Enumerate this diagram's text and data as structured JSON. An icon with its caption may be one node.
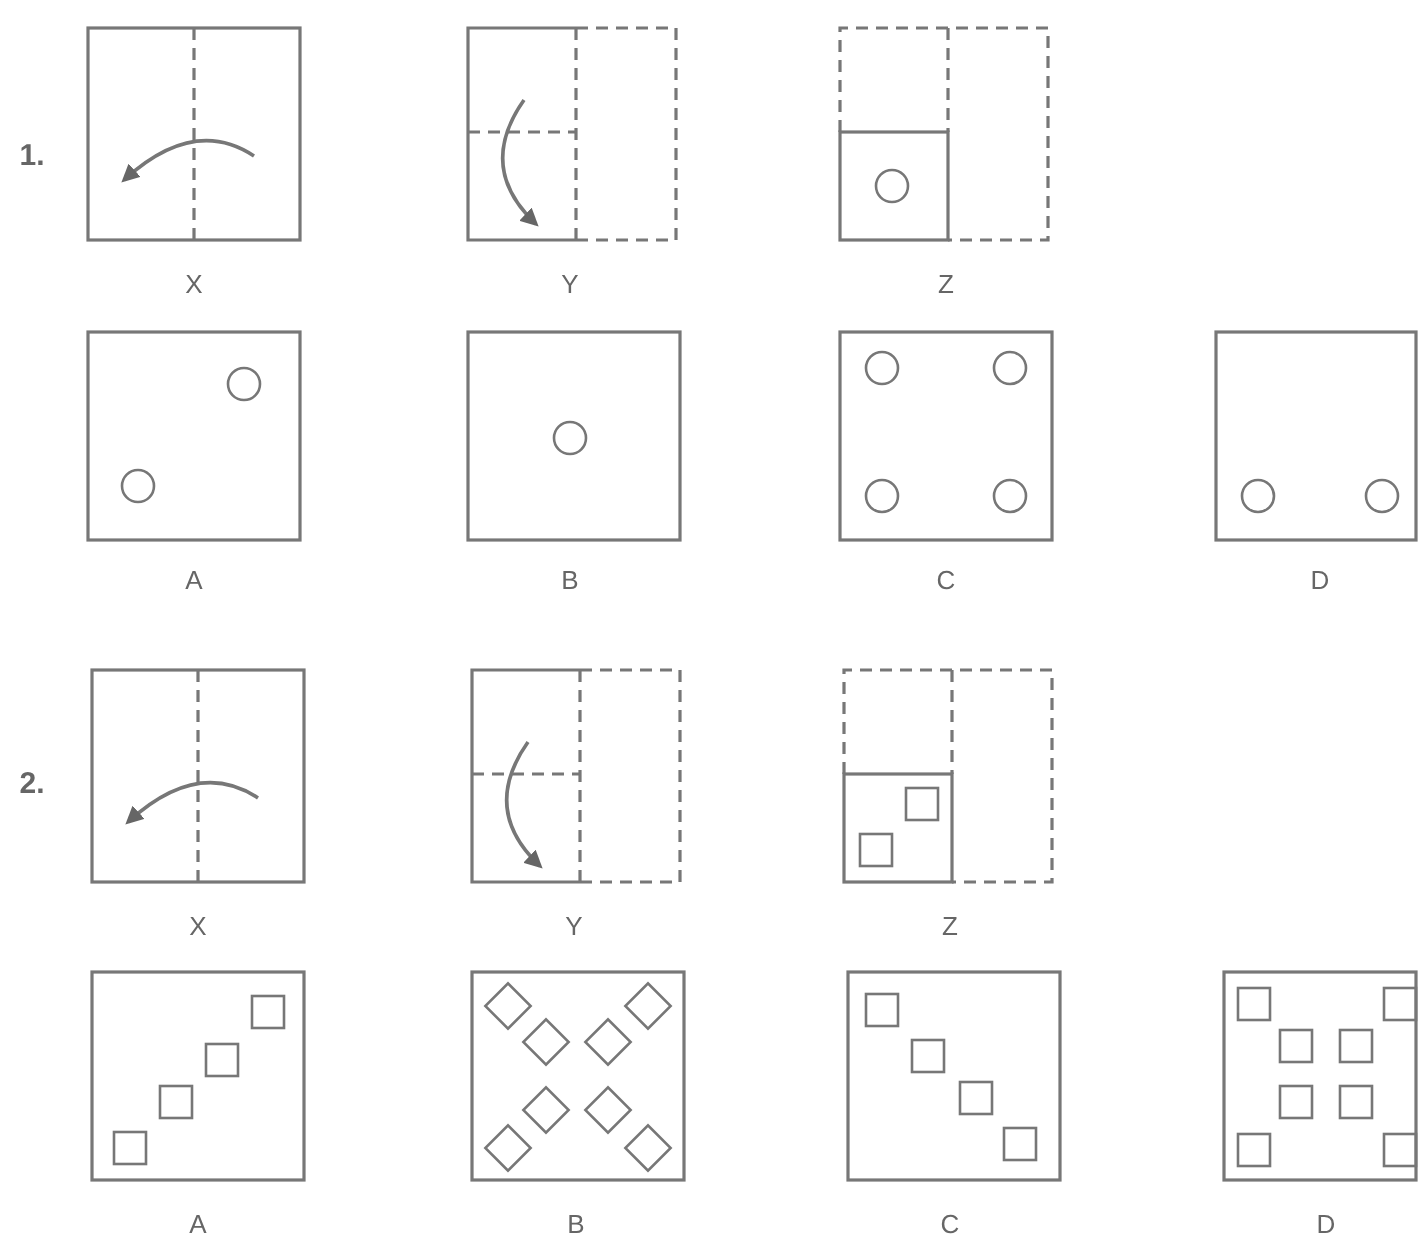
{
  "diagram": {
    "labels": [
      "1.",
      "X",
      "Y",
      "Z",
      "A",
      "B",
      "C",
      "D",
      "2.",
      "X",
      "Y",
      "Z",
      "A",
      "B",
      "C",
      "D"
    ]
  }
}
